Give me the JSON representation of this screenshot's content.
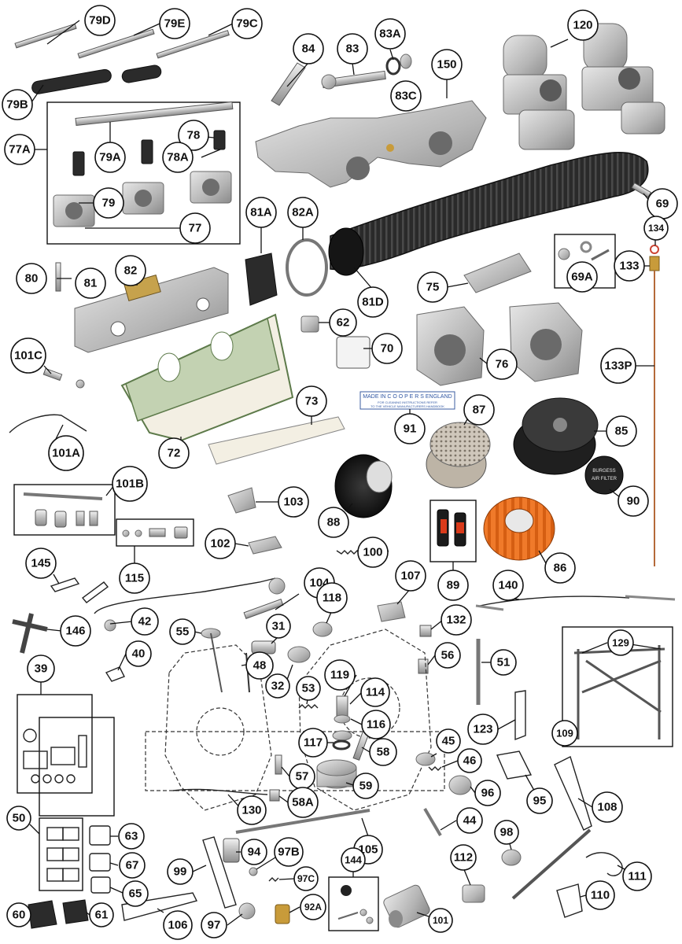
{
  "diagram": {
    "parts": [
      "79D",
      "79E",
      "79C",
      "79B",
      "77A",
      "79A",
      "78",
      "78A",
      "79",
      "77",
      "84",
      "83",
      "83A",
      "83C",
      "150",
      "120",
      "69",
      "134",
      "133",
      "69A",
      "81A",
      "82A",
      "80",
      "81",
      "82",
      "81D",
      "75",
      "62",
      "70",
      "76",
      "133P",
      "101C",
      "73",
      "72",
      "101A",
      "91",
      "87",
      "85",
      "90",
      "88",
      "86",
      "89",
      "101B",
      "103",
      "115",
      "102",
      "100",
      "107",
      "145",
      "104",
      "118",
      "140",
      "42",
      "146",
      "132",
      "55",
      "31",
      "40",
      "48",
      "56",
      "51",
      "129",
      "39",
      "32",
      "53",
      "119",
      "114",
      "116",
      "123",
      "109",
      "117",
      "58",
      "45",
      "46",
      "57",
      "59",
      "96",
      "95",
      "108",
      "130",
      "58A",
      "44",
      "50",
      "105",
      "98",
      "63",
      "94",
      "97B",
      "112",
      "67",
      "99",
      "97C",
      "144",
      "111",
      "65",
      "92A",
      "110",
      "60",
      "61",
      "106",
      "97",
      "101"
    ],
    "plate_text": {
      "brand_line": "MADE IN  C O O P E R S  ENGLAND",
      "small_line_1": "FOR CLEANING INSTRUCTIONS REFER",
      "small_line_2": "TO THE VEHICLE MANUFACTURERS HANDBOOK"
    },
    "filter_plate_text": {
      "line1": "BURGESS",
      "line2": "AIR FILTER"
    }
  }
}
